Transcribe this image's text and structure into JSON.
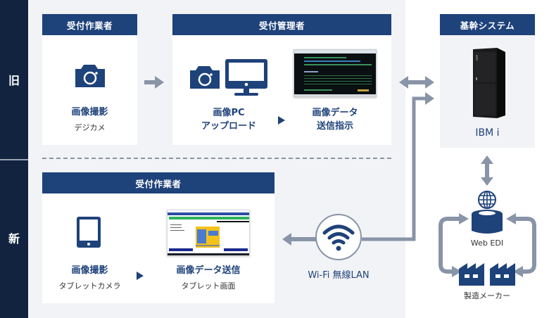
{
  "rows": {
    "old_label": "旧",
    "new_label": "新"
  },
  "old": {
    "worker_card": {
      "header": "受付作業者",
      "icon": "camera-icon",
      "title": "画像撮影",
      "subtitle": "デジカメ"
    },
    "manager_card": {
      "header": "受付管理者",
      "step1": {
        "icons": [
          "camera-icon",
          "monitor-icon"
        ],
        "title_line1": "画像PC",
        "title_line2": "アップロード"
      },
      "step2": {
        "image": "terminal-screen-screenshot",
        "title_line1": "画像データ",
        "title_line2": "送信指示"
      }
    }
  },
  "new": {
    "worker_card": {
      "header": "受付作業者",
      "step1": {
        "icon": "tablet-icon",
        "title": "画像撮影",
        "subtitle": "タブレットカメラ"
      },
      "step2": {
        "image": "tablet-app-screenshot",
        "title": "画像データ送信",
        "subtitle": "タブレット画面"
      }
    },
    "wifi": {
      "icon": "wifi-icon",
      "label": "Wi-Fi 無線LAN"
    }
  },
  "core_system": {
    "header": "基幹システム",
    "image": "server-tower",
    "label": "IBM i"
  },
  "web_edi": {
    "icon": "database-globe-icon",
    "label": "Web EDI"
  },
  "manufacturers": {
    "icon": "factory-icon",
    "label": "製造メーカー"
  },
  "colors": {
    "navy": "#1e427a",
    "sidebar": "#11233f",
    "arrow": "#8994a8",
    "panel_bg": "#f2f3f6"
  }
}
